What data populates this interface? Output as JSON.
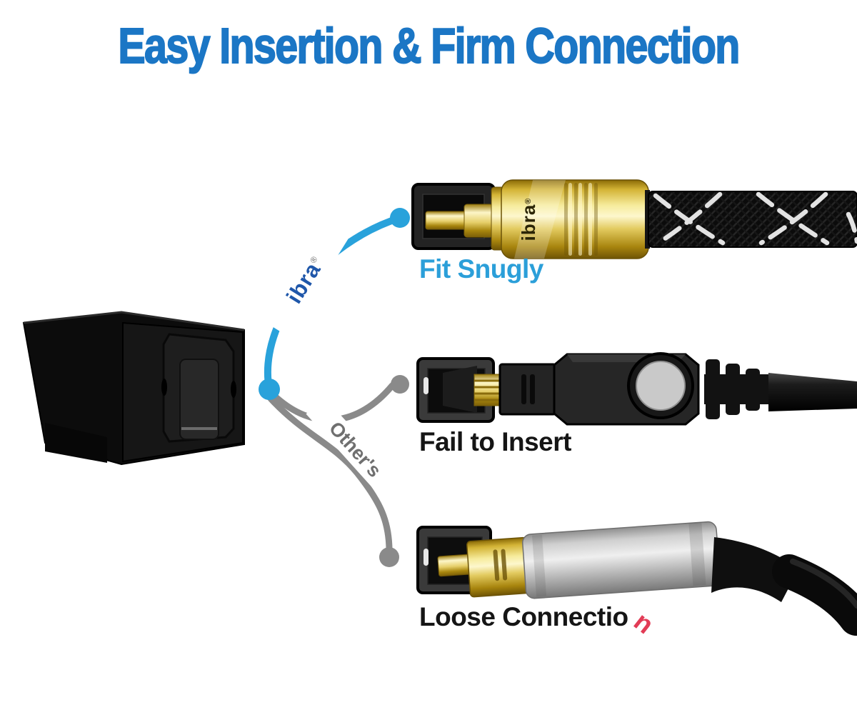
{
  "title": "Easy Insertion & Firm Connection",
  "brand_logo": {
    "text": "ibra",
    "mark": "®"
  },
  "barrel_logo": {
    "text": "ibra",
    "mark": "®"
  },
  "competitor_tag": "Other's",
  "labels": {
    "fit_snugly": "Fit Snugly",
    "fail_to_insert": "Fail to Insert",
    "loose_main": "Loose Connectio",
    "loose_trail": "n"
  },
  "colors": {
    "title_blue": "#1b76c5",
    "accent_blue": "#29a2db",
    "label_blue": "#2b9fd9",
    "logo_navy": "#1f57aa",
    "line_gray": "#8a8a8a",
    "loose_red": "#e23c56",
    "gold": "#e9d373",
    "silver": "#c4c4c4",
    "black": "#0c0c0c"
  }
}
